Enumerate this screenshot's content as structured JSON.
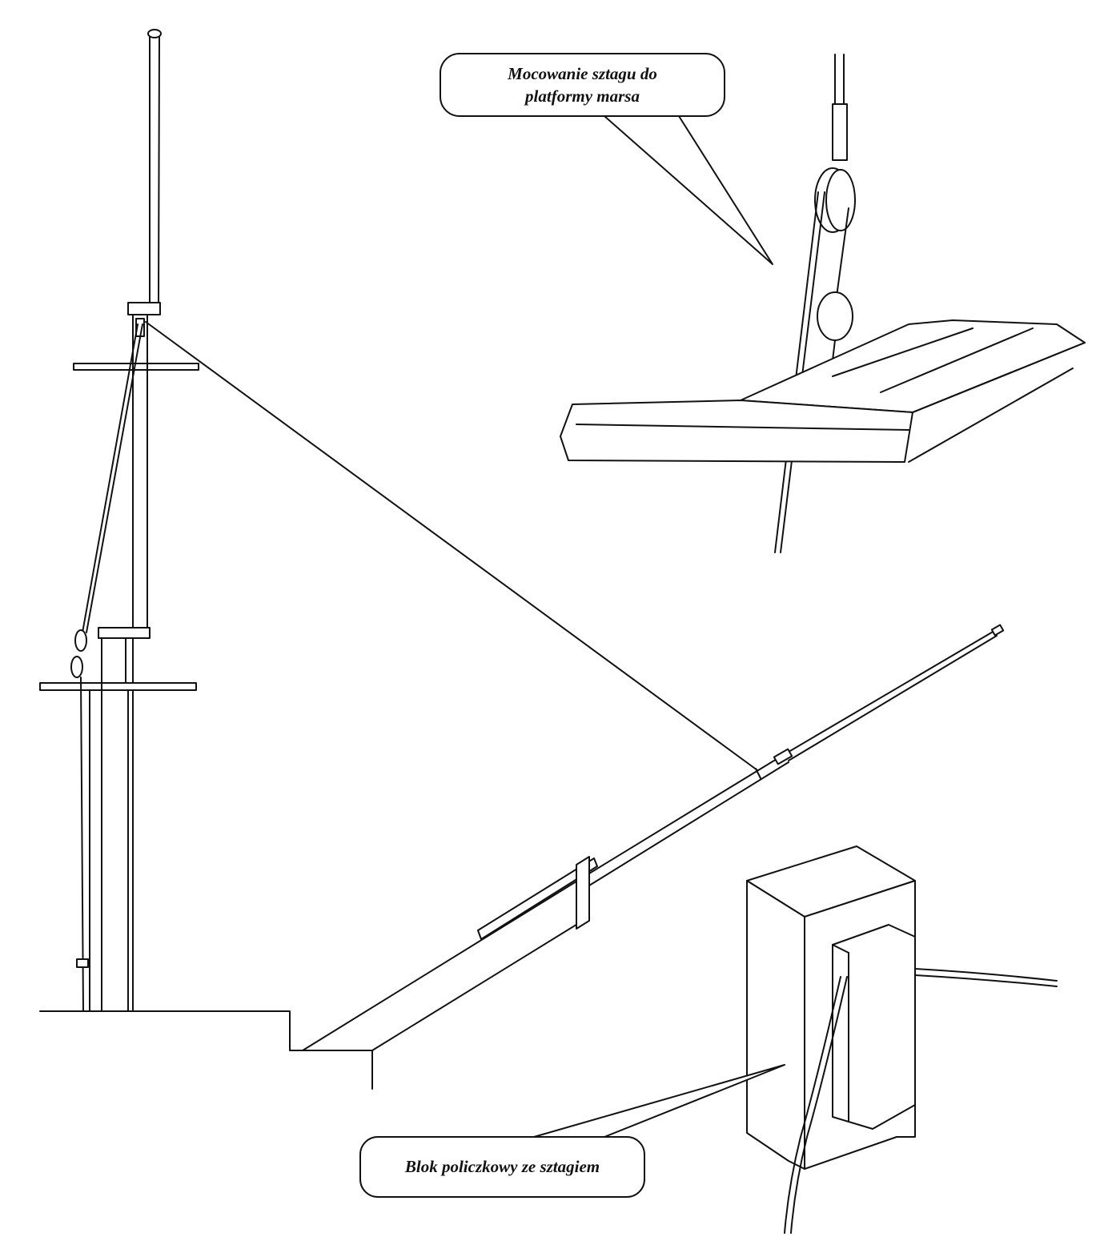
{
  "callouts": {
    "top": {
      "line1": "Mocowanie sztagu do",
      "line2": "platformy marsa"
    },
    "bottom": {
      "text": "Blok policzkowy ze sztagiem"
    }
  }
}
